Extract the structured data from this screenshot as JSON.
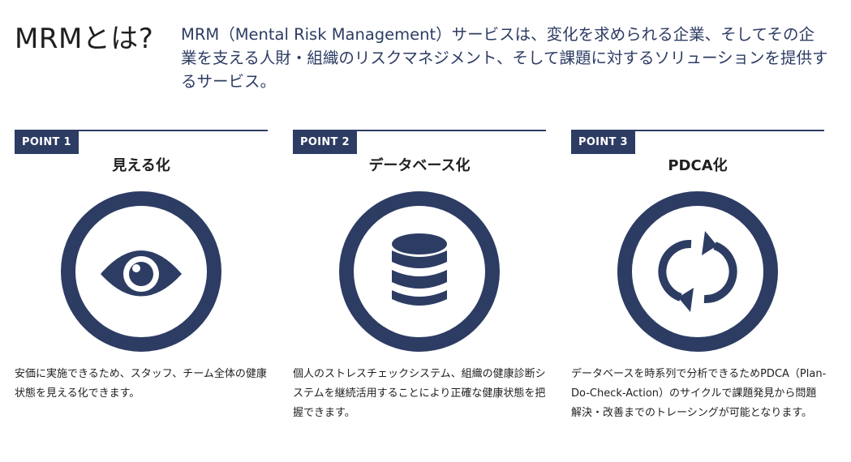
{
  "intro": {
    "title": "MRMとは?",
    "description": "MRM（Mental Risk Management）サービスは、変化を求められる企業、そしてその企業を支える人財・組織のリスクマネジメント、そして課題に対するソリューションを提供するサービス。"
  },
  "points": [
    {
      "badge": "POINT 1",
      "title": "見える化",
      "icon": "eye-icon",
      "description": "安価に実施できるため、スタッフ、チーム全体の健康状態を見える化できます。"
    },
    {
      "badge": "POINT 2",
      "title": "データベース化",
      "icon": "database-icon",
      "description": "個人のストレスチェックシステム、組織の健康診断システムを継続活用することにより正確な健康状態を把握できます。"
    },
    {
      "badge": "POINT 3",
      "title": "PDCA化",
      "icon": "refresh-cycle-icon",
      "description": "データベースを時系列で分析できるためPDCA（Plan-Do-Check-Action）のサイクルで課題発見から問題解決・改善までのトレーシングが可能となります。"
    }
  ],
  "colors": {
    "navy": "#2d3c63",
    "text": "#1f1f1f",
    "background": "#ffffff"
  }
}
